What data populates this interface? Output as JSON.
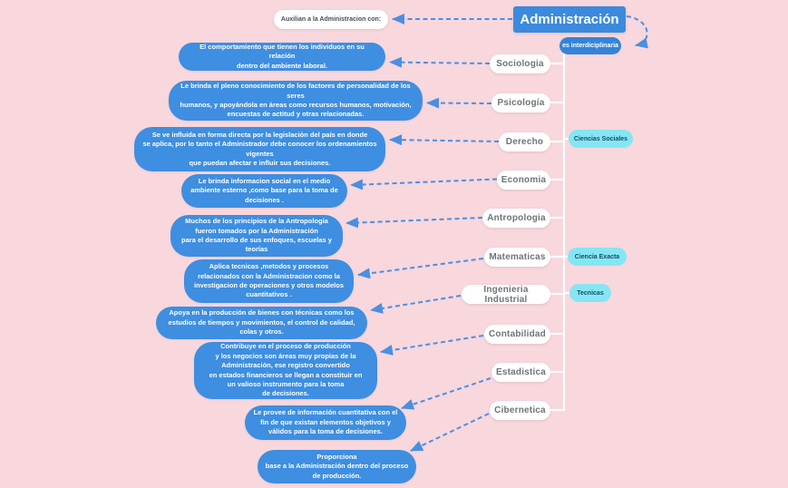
{
  "root": {
    "title": "Administración",
    "sub_label": "es interdiciplinaria",
    "aux_label": "Auxilian a la Administracion con:"
  },
  "categories": [
    {
      "label": "Ciencias Sociales"
    },
    {
      "label": "Ciencia Exacta"
    },
    {
      "label": "Tecnicas"
    }
  ],
  "disciplines": [
    {
      "label": "Sociologia",
      "description": "El comportamiento que tienen los individuos en su relación\ndentro del ambiente laboral."
    },
    {
      "label": "Psicología",
      "description": "Le brinda el pleno conocimiento de los factores de personalidad de los seres\nhumanos, y apoyándola en áreas como recursos humanos, motivación,\nencuestas de actitud y otras relacionadas."
    },
    {
      "label": "Derecho",
      "description": "Se ve influida en forma directa por la legislación del país en donde\nse aplica, por lo tanto el Administrador debe conocer los ordenamientos\nvigentes\nque puedan afectar e influir sus decisiones."
    },
    {
      "label": "Economia",
      "description": "Le brinda informacion social en el medio\nambiente esterno ,como base para la toma de\ndecisiones ."
    },
    {
      "label": "Antropologia",
      "description": "Muchos de los principios de la Antropología\nfueron tomados por la Administración\npara el desarrollo de sus enfoques, escuelas y\nteorías"
    },
    {
      "label": "Matematicas",
      "description": "Aplica tecnicas ,metodos y procesos\nrelacionados con la Administracion como la\ninvestigacion de operaciones y otros modelos\ncuantitativos ."
    },
    {
      "label": "Ingenieria Industrial",
      "description": "Apoya en la producción de bienes con técnicas como los\nestudios de tiempos y movimientos, el control de calidad,\ncolas y otros."
    },
    {
      "label": "Contabilidad",
      "description": "Contribuye en el  proceso de producción\ny los negocios son áreas muy propias de la\nAdministración, ese registro convertido\nen estados financieros se llegan a constituir en\nun valioso instrumento para la toma\nde decisiones."
    },
    {
      "label": "Estadistica",
      "description": "Le provee de información cuantitativa con el\nfin de que existan elementos objetivos y\nválidos para la toma de decisiones."
    },
    {
      "label": "Cibernetica",
      "description": "Proporciona\nbase a la Administración dentro del proceso\nde producción."
    }
  ],
  "colors": {
    "background": "#f8d7dd",
    "bubble_blue": "#3e8ee1",
    "root_blue": "#3b8ade",
    "badge_blue": "#3584d8",
    "category_cyan": "#85e6f3",
    "category_text": "#174a66",
    "arrow_blue": "#4a8fe2",
    "tree_line": "#ffffff"
  }
}
